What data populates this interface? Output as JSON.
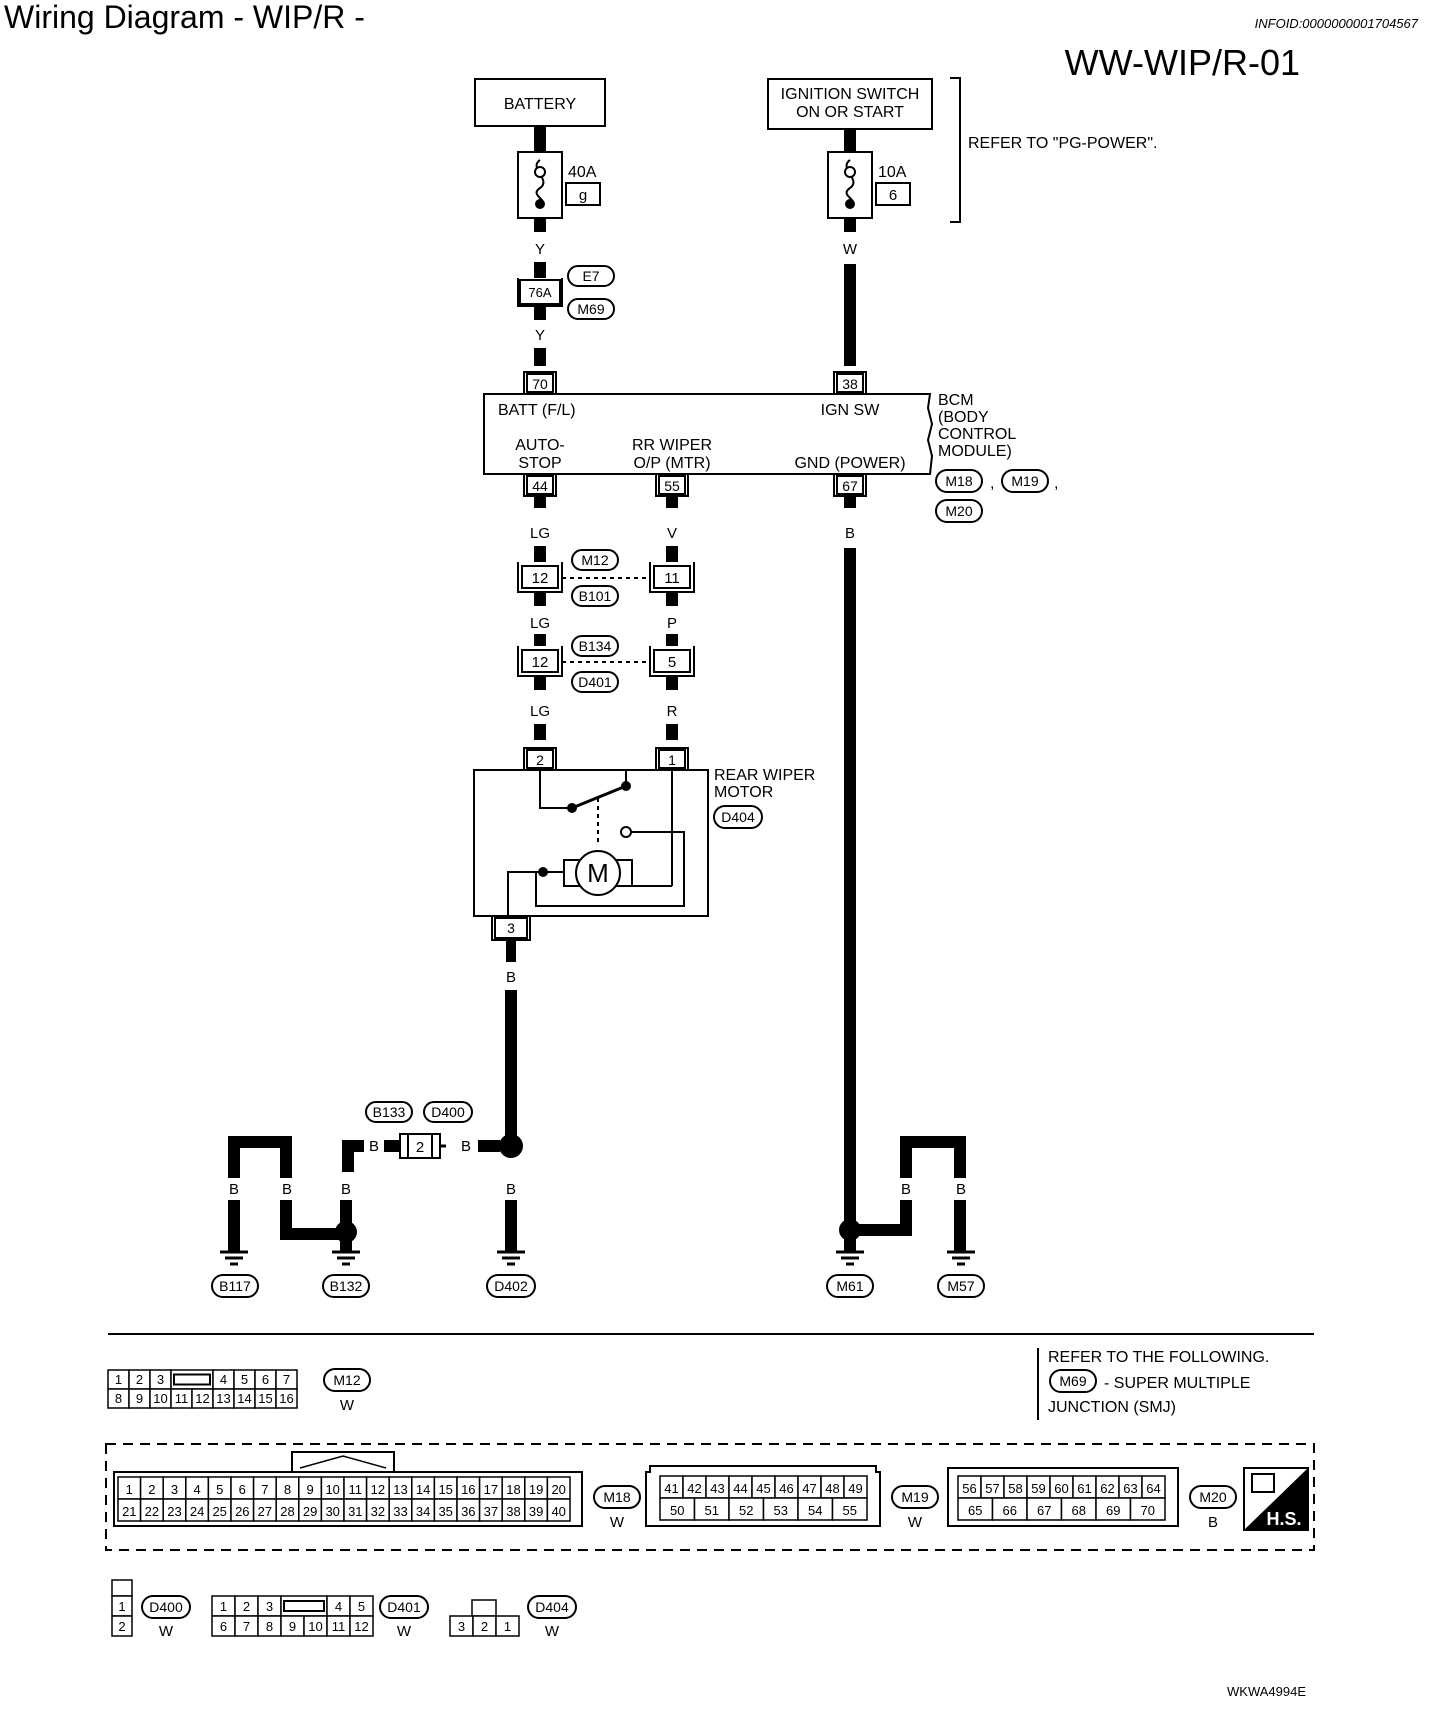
{
  "header": {
    "title": "Wiring Diagram - WIP/R -",
    "info_id": "INFOID:0000000001704567",
    "diagram_id": "WW-WIP/R-01",
    "figure_code": "WKWA4994E"
  },
  "power": {
    "battery": "BATTERY",
    "ign_line1": "IGNITION SWITCH",
    "ign_line2": "ON OR START",
    "refer_power": "REFER TO \"PG-POWER\".",
    "fuse1_amp": "40A",
    "fuse1_id": "g",
    "fuse2_amp": "10A",
    "fuse2_id": "6"
  },
  "joint": {
    "pin": "76A",
    "conn1": "E7",
    "conn2": "M69"
  },
  "bcm": {
    "name1": "BCM",
    "name2": "(BODY",
    "name3": "CONTROL",
    "name4": "MODULE)",
    "batt": "BATT (F/L)",
    "ign": "IGN SW",
    "auto1": "AUTO-",
    "auto2": "STOP",
    "rr1": "RR WIPER",
    "rr2": "O/P (MTR)",
    "gnd": "GND (POWER)",
    "pin_batt": "70",
    "pin_ign": "38",
    "pin_auto": "44",
    "pin_rr": "55",
    "pin_gnd": "67",
    "conn1": "M18",
    "conn2": "M19",
    "conn3": "M20",
    "comma": ","
  },
  "connectors": {
    "c1_a": "M12",
    "c1_b": "B101",
    "c1_pin_left": "12",
    "c1_pin_right": "11",
    "c2_a": "B134",
    "c2_b": "D401",
    "c2_pin_left": "12",
    "c2_pin_right": "5"
  },
  "motor": {
    "name1": "REAR WIPER",
    "name2": "MOTOR",
    "conn": "D404",
    "pin2": "2",
    "pin1": "1",
    "pin3": "3",
    "symbol": "M"
  },
  "ground_joint": {
    "conn1": "B133",
    "conn2": "D400",
    "pin": "2"
  },
  "wire_colors": {
    "Y": "Y",
    "W": "W",
    "LG": "LG",
    "V": "V",
    "P": "P",
    "R": "R",
    "B": "B"
  },
  "grounds": [
    "B117",
    "B132",
    "D402",
    "M61",
    "M57"
  ],
  "refer_following": {
    "line1": "REFER TO THE FOLLOWING.",
    "conn": "M69",
    "line2": "- SUPER MULTIPLE",
    "line3": "JUNCTION (SMJ)"
  },
  "connector_views": {
    "m12": {
      "id": "M12",
      "color": "W",
      "row1": [
        "1",
        "2",
        "3",
        "",
        "4",
        "5",
        "6",
        "7"
      ],
      "row2": [
        "8",
        "9",
        "10",
        "11",
        "12",
        "13",
        "14",
        "15",
        "16"
      ]
    },
    "m18": {
      "id": "M18",
      "color": "W"
    },
    "m19": {
      "id": "M19",
      "color": "W",
      "row1": [
        "41",
        "42",
        "43",
        "44",
        "45",
        "46",
        "47",
        "48",
        "49"
      ],
      "row2": [
        "50",
        "51",
        "52",
        "53",
        "54",
        "55"
      ]
    },
    "m20": {
      "id": "M20",
      "color": "B",
      "row1": [
        "56",
        "57",
        "58",
        "59",
        "60",
        "61",
        "62",
        "63",
        "64"
      ],
      "row2": [
        "65",
        "66",
        "67",
        "68",
        "69",
        "70"
      ]
    },
    "d400": {
      "id": "D400",
      "color": "W",
      "pins": [
        "1",
        "2"
      ]
    },
    "d401": {
      "id": "D401",
      "color": "W",
      "row1": [
        "1",
        "2",
        "3",
        "",
        "4",
        "5"
      ],
      "row2": [
        "6",
        "7",
        "8",
        "9",
        "10",
        "11",
        "12"
      ]
    },
    "d404": {
      "id": "D404",
      "color": "W",
      "pins": [
        "3",
        "2",
        "1"
      ]
    },
    "hs": "H.S."
  }
}
